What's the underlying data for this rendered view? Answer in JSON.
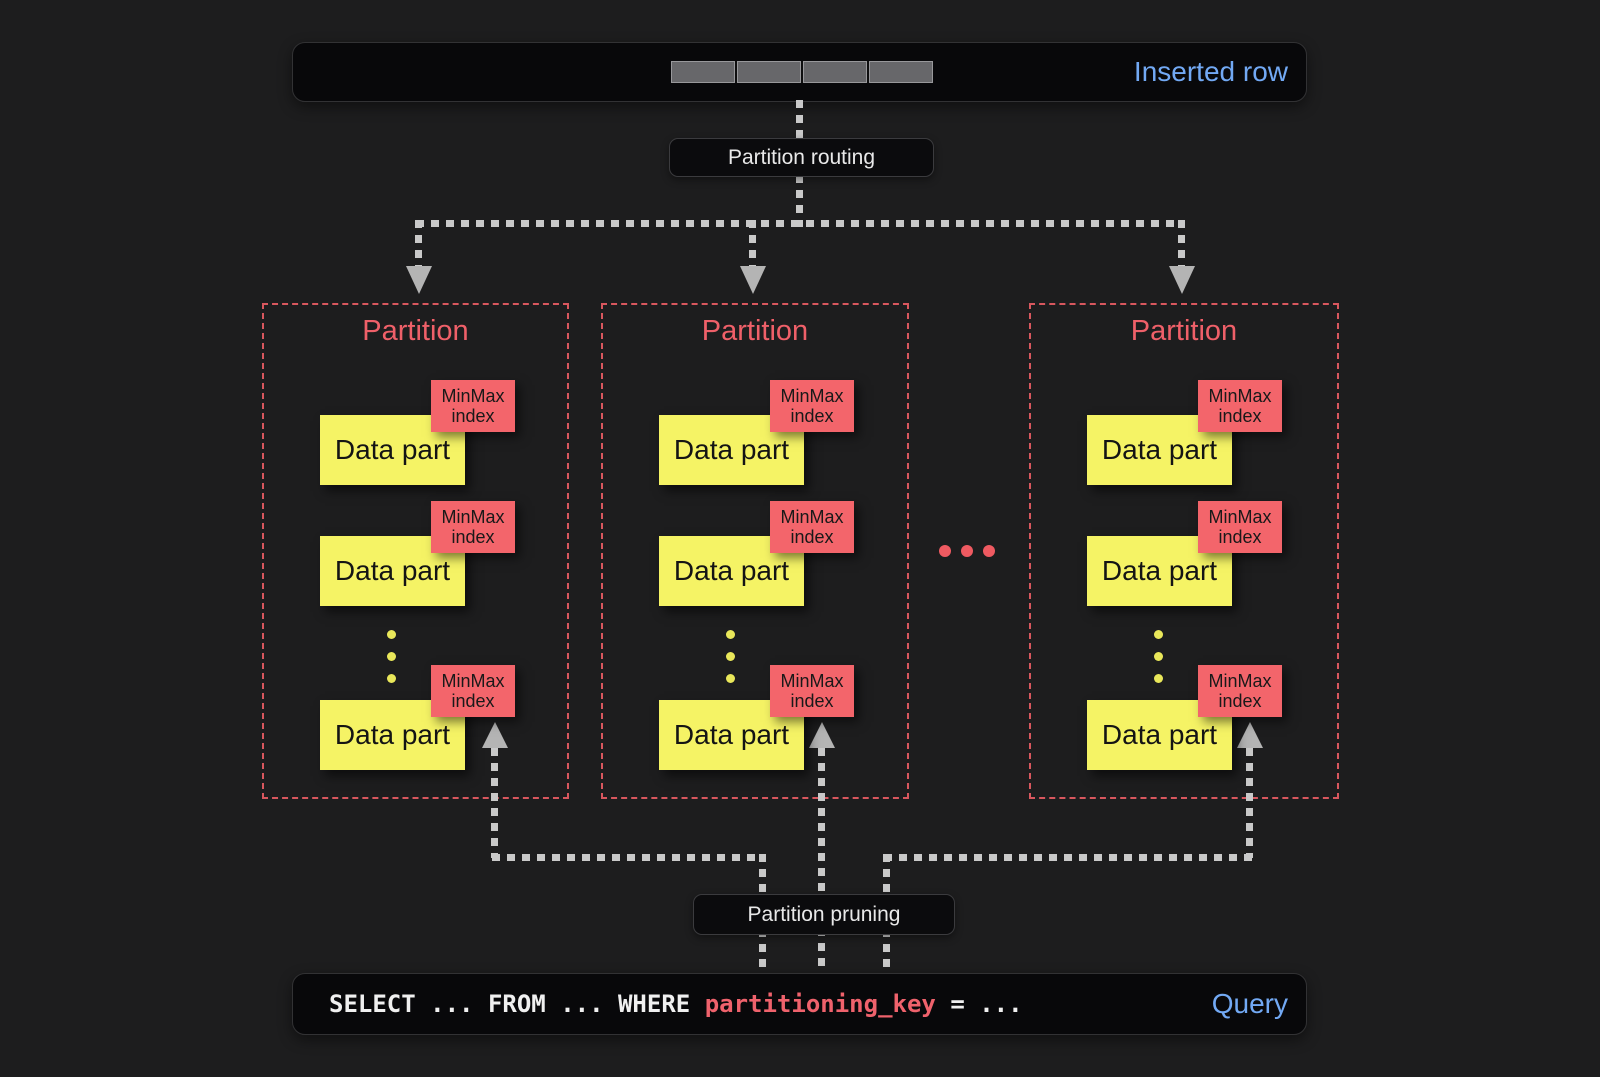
{
  "inserted_row": {
    "label": "Inserted row"
  },
  "flow": {
    "routing": "Partition routing",
    "pruning": "Partition pruning"
  },
  "partitions": [
    {
      "title": "Partition",
      "parts": [
        {
          "label": "Data part",
          "index_line1": "MinMax",
          "index_line2": "index"
        },
        {
          "label": "Data part",
          "index_line1": "MinMax",
          "index_line2": "index"
        },
        {
          "label": "Data part",
          "index_line1": "MinMax",
          "index_line2": "index"
        }
      ]
    },
    {
      "title": "Partition",
      "parts": [
        {
          "label": "Data part",
          "index_line1": "MinMax",
          "index_line2": "index"
        },
        {
          "label": "Data part",
          "index_line1": "MinMax",
          "index_line2": "index"
        },
        {
          "label": "Data part",
          "index_line1": "MinMax",
          "index_line2": "index"
        }
      ]
    },
    {
      "title": "Partition",
      "parts": [
        {
          "label": "Data part",
          "index_line1": "MinMax",
          "index_line2": "index"
        },
        {
          "label": "Data part",
          "index_line1": "MinMax",
          "index_line2": "index"
        },
        {
          "label": "Data part",
          "index_line1": "MinMax",
          "index_line2": "index"
        }
      ]
    }
  ],
  "query": {
    "sql_before": "SELECT ... FROM ... WHERE ",
    "sql_key": "partitioning_key",
    "sql_after": " = ...",
    "label": "Query"
  },
  "colors": {
    "accent_blue": "#72a9f4",
    "accent_red": "#ef6069",
    "box_red": "#f3656b",
    "box_yellow": "#f5f365",
    "partition_border": "#d8575e",
    "line_gray": "#c9c9c9",
    "arrow_gray": "#b4b4b4",
    "bar_segment_gray": "#67676a"
  }
}
